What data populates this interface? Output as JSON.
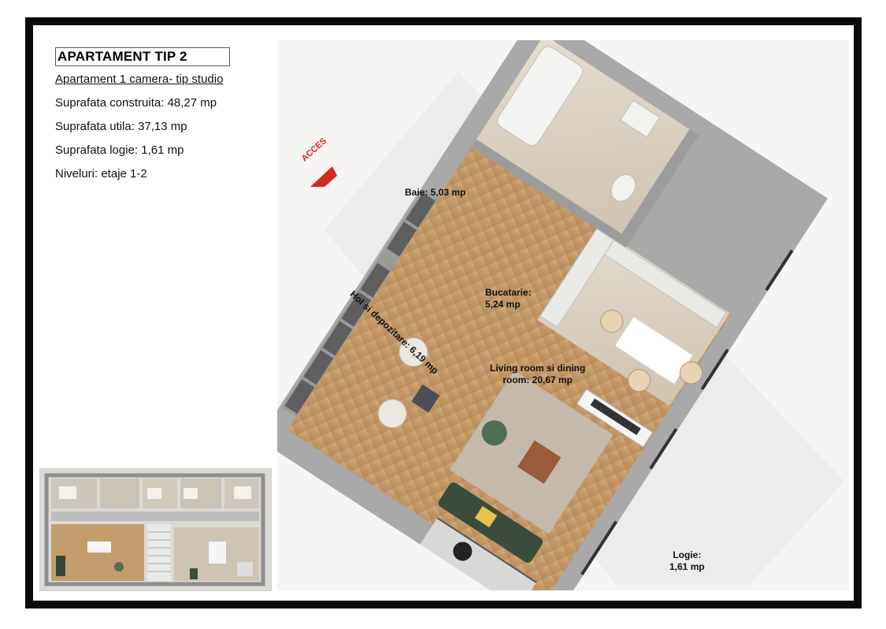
{
  "info": {
    "title": "APARTAMENT TIP 2",
    "subtitle": "Apartament 1 camera- tip studio",
    "lines": [
      "Suprafata construita: 48,27 mp",
      "Suprafata utila: 37,13 mp",
      "Suprafata logie: 1,61 mp",
      "Niveluri: etaje 1-2"
    ]
  },
  "plan": {
    "access_label": "ACCES",
    "rooms": {
      "baie": "Baie: 5,03 mp",
      "bucatarie_1": "Bucatarie:",
      "bucatarie_2": "5,24 mp",
      "hol": "Hol si depozitare: 6,19 mp",
      "living_1": "Living room si dining",
      "living_2": "room: 20,67 mp",
      "logie_1": "Logie:",
      "logie_2": "1,61 mp"
    }
  },
  "colors": {
    "frame": "#0a0a0a",
    "wall": "#a9a9a9",
    "wood_floor": "#c9a577",
    "tile_floor": "#ddd3c6",
    "storage": "#5e5e5e",
    "access_arrow": "#d42a1e",
    "sofa": "#3a4d3c"
  }
}
